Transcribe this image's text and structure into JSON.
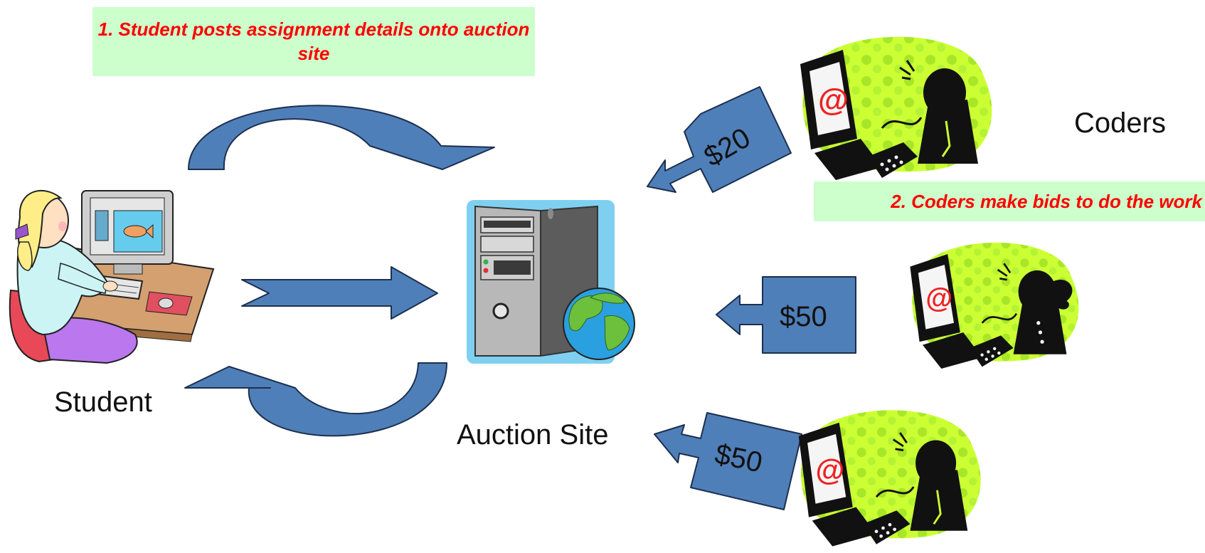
{
  "callouts": {
    "step1": "1. Student posts assignment details onto auction site",
    "step2": "2. Coders make bids to do the work"
  },
  "labels": {
    "student": "Student",
    "auction_site": "Auction Site",
    "coders": "Coders"
  },
  "bids": [
    {
      "amount": "$20"
    },
    {
      "amount": "$50"
    },
    {
      "amount": "$50"
    }
  ],
  "colors": {
    "arrow_fill": "#4f7fb8",
    "arrow_stroke": "#1c2f4f",
    "callout_bg": "#ccffcc",
    "callout_text": "#ff0000",
    "coder_bg": "#ccff33"
  },
  "icons": [
    "student-at-computer-icon",
    "server-tower-icon",
    "globe-icon",
    "coder-at-computer-icon"
  ]
}
